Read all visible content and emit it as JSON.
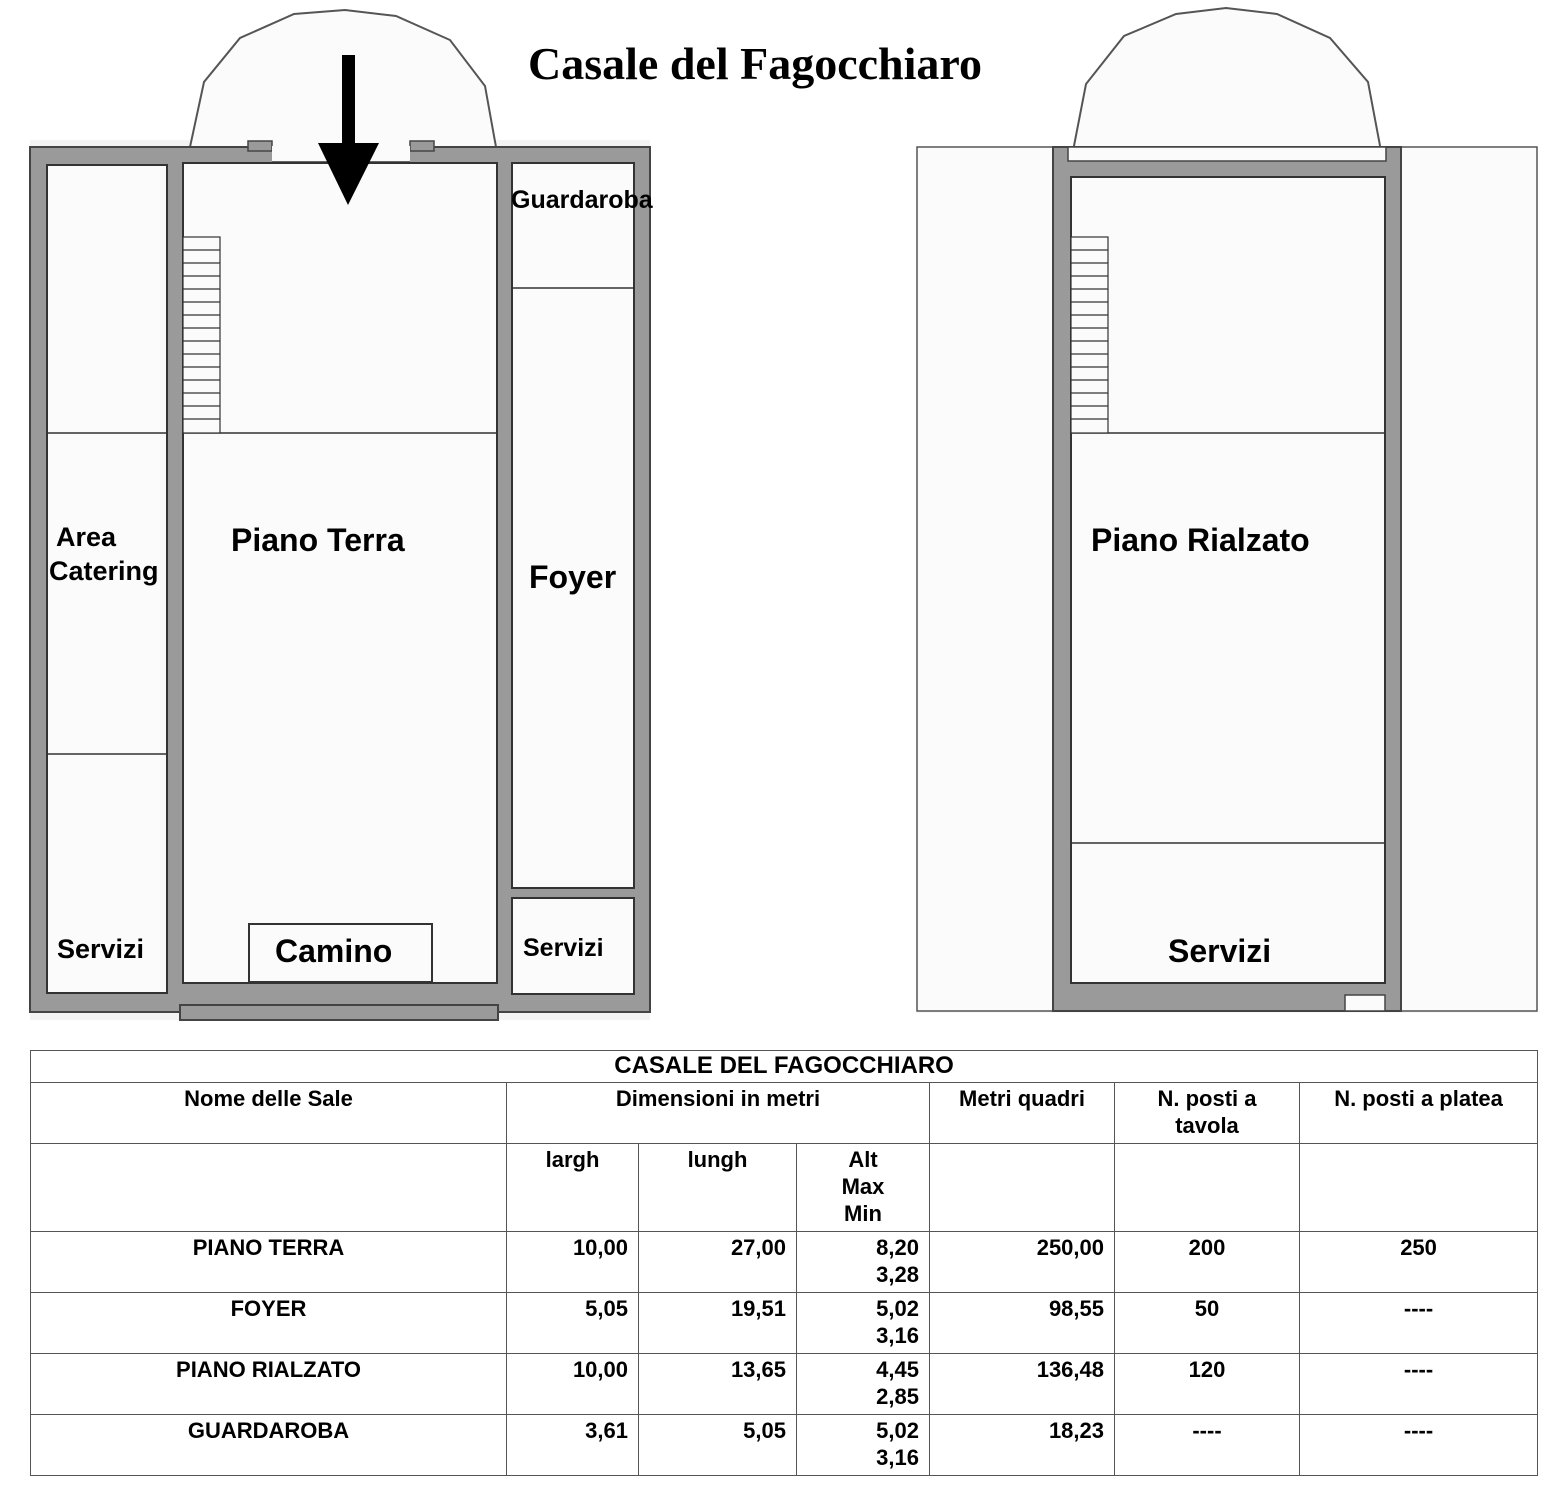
{
  "title": "Casale del Fagocchiaro",
  "floor_plans": {
    "ground_floor": {
      "rooms": {
        "area_catering_line1": "Area",
        "area_catering_line2": "Catering",
        "piano_terra": "Piano Terra",
        "guardaroba": "Guardaroba",
        "foyer": "Foyer",
        "camino": "Camino",
        "servizi_left": "Servizi",
        "servizi_right": "Servizi"
      }
    },
    "raised_floor": {
      "rooms": {
        "piano_rialzato": "Piano Rialzato",
        "servizi": "Servizi"
      }
    }
  },
  "table": {
    "caption": "CASALE DEL FAGOCCHIARO",
    "headers": {
      "name": "Nome delle Sale",
      "dimensions": "Dimensioni in metri",
      "area": "Metri quadri",
      "seats_table_line1": "N. posti a",
      "seats_table_line2": "tavola",
      "seats_platea": "N. posti a platea"
    },
    "subheaders": {
      "width": "largh",
      "length": "lungh",
      "height_line1": "Alt",
      "height_line2": "Max",
      "height_line3": "Min"
    },
    "rows": [
      {
        "name": "PIANO TERRA",
        "width": "10,00",
        "length": "27,00",
        "h_max": "8,20",
        "h_min": "3,28",
        "area": "250,00",
        "seats_table": "200",
        "seats_platea": "250"
      },
      {
        "name": "FOYER",
        "width": "5,05",
        "length": "19,51",
        "h_max": "5,02",
        "h_min": "3,16",
        "area": "98,55",
        "seats_table": "50",
        "seats_platea": "----"
      },
      {
        "name": "PIANO RIALZATO",
        "width": "10,00",
        "length": "13,65",
        "h_max": "4,45",
        "h_min": "2,85",
        "area": "136,48",
        "seats_table": "120",
        "seats_platea": "----"
      },
      {
        "name": "GUARDAROBA",
        "width": "3,61",
        "length": "5,05",
        "h_max": "5,02",
        "h_min": "3,16",
        "area": "18,23",
        "seats_table": "----",
        "seats_platea": "----"
      }
    ]
  },
  "colors": {
    "wall": "#9a9a9a",
    "wall_outline": "#444444",
    "room_fill": "#fbfbfb",
    "line": "#333333"
  }
}
